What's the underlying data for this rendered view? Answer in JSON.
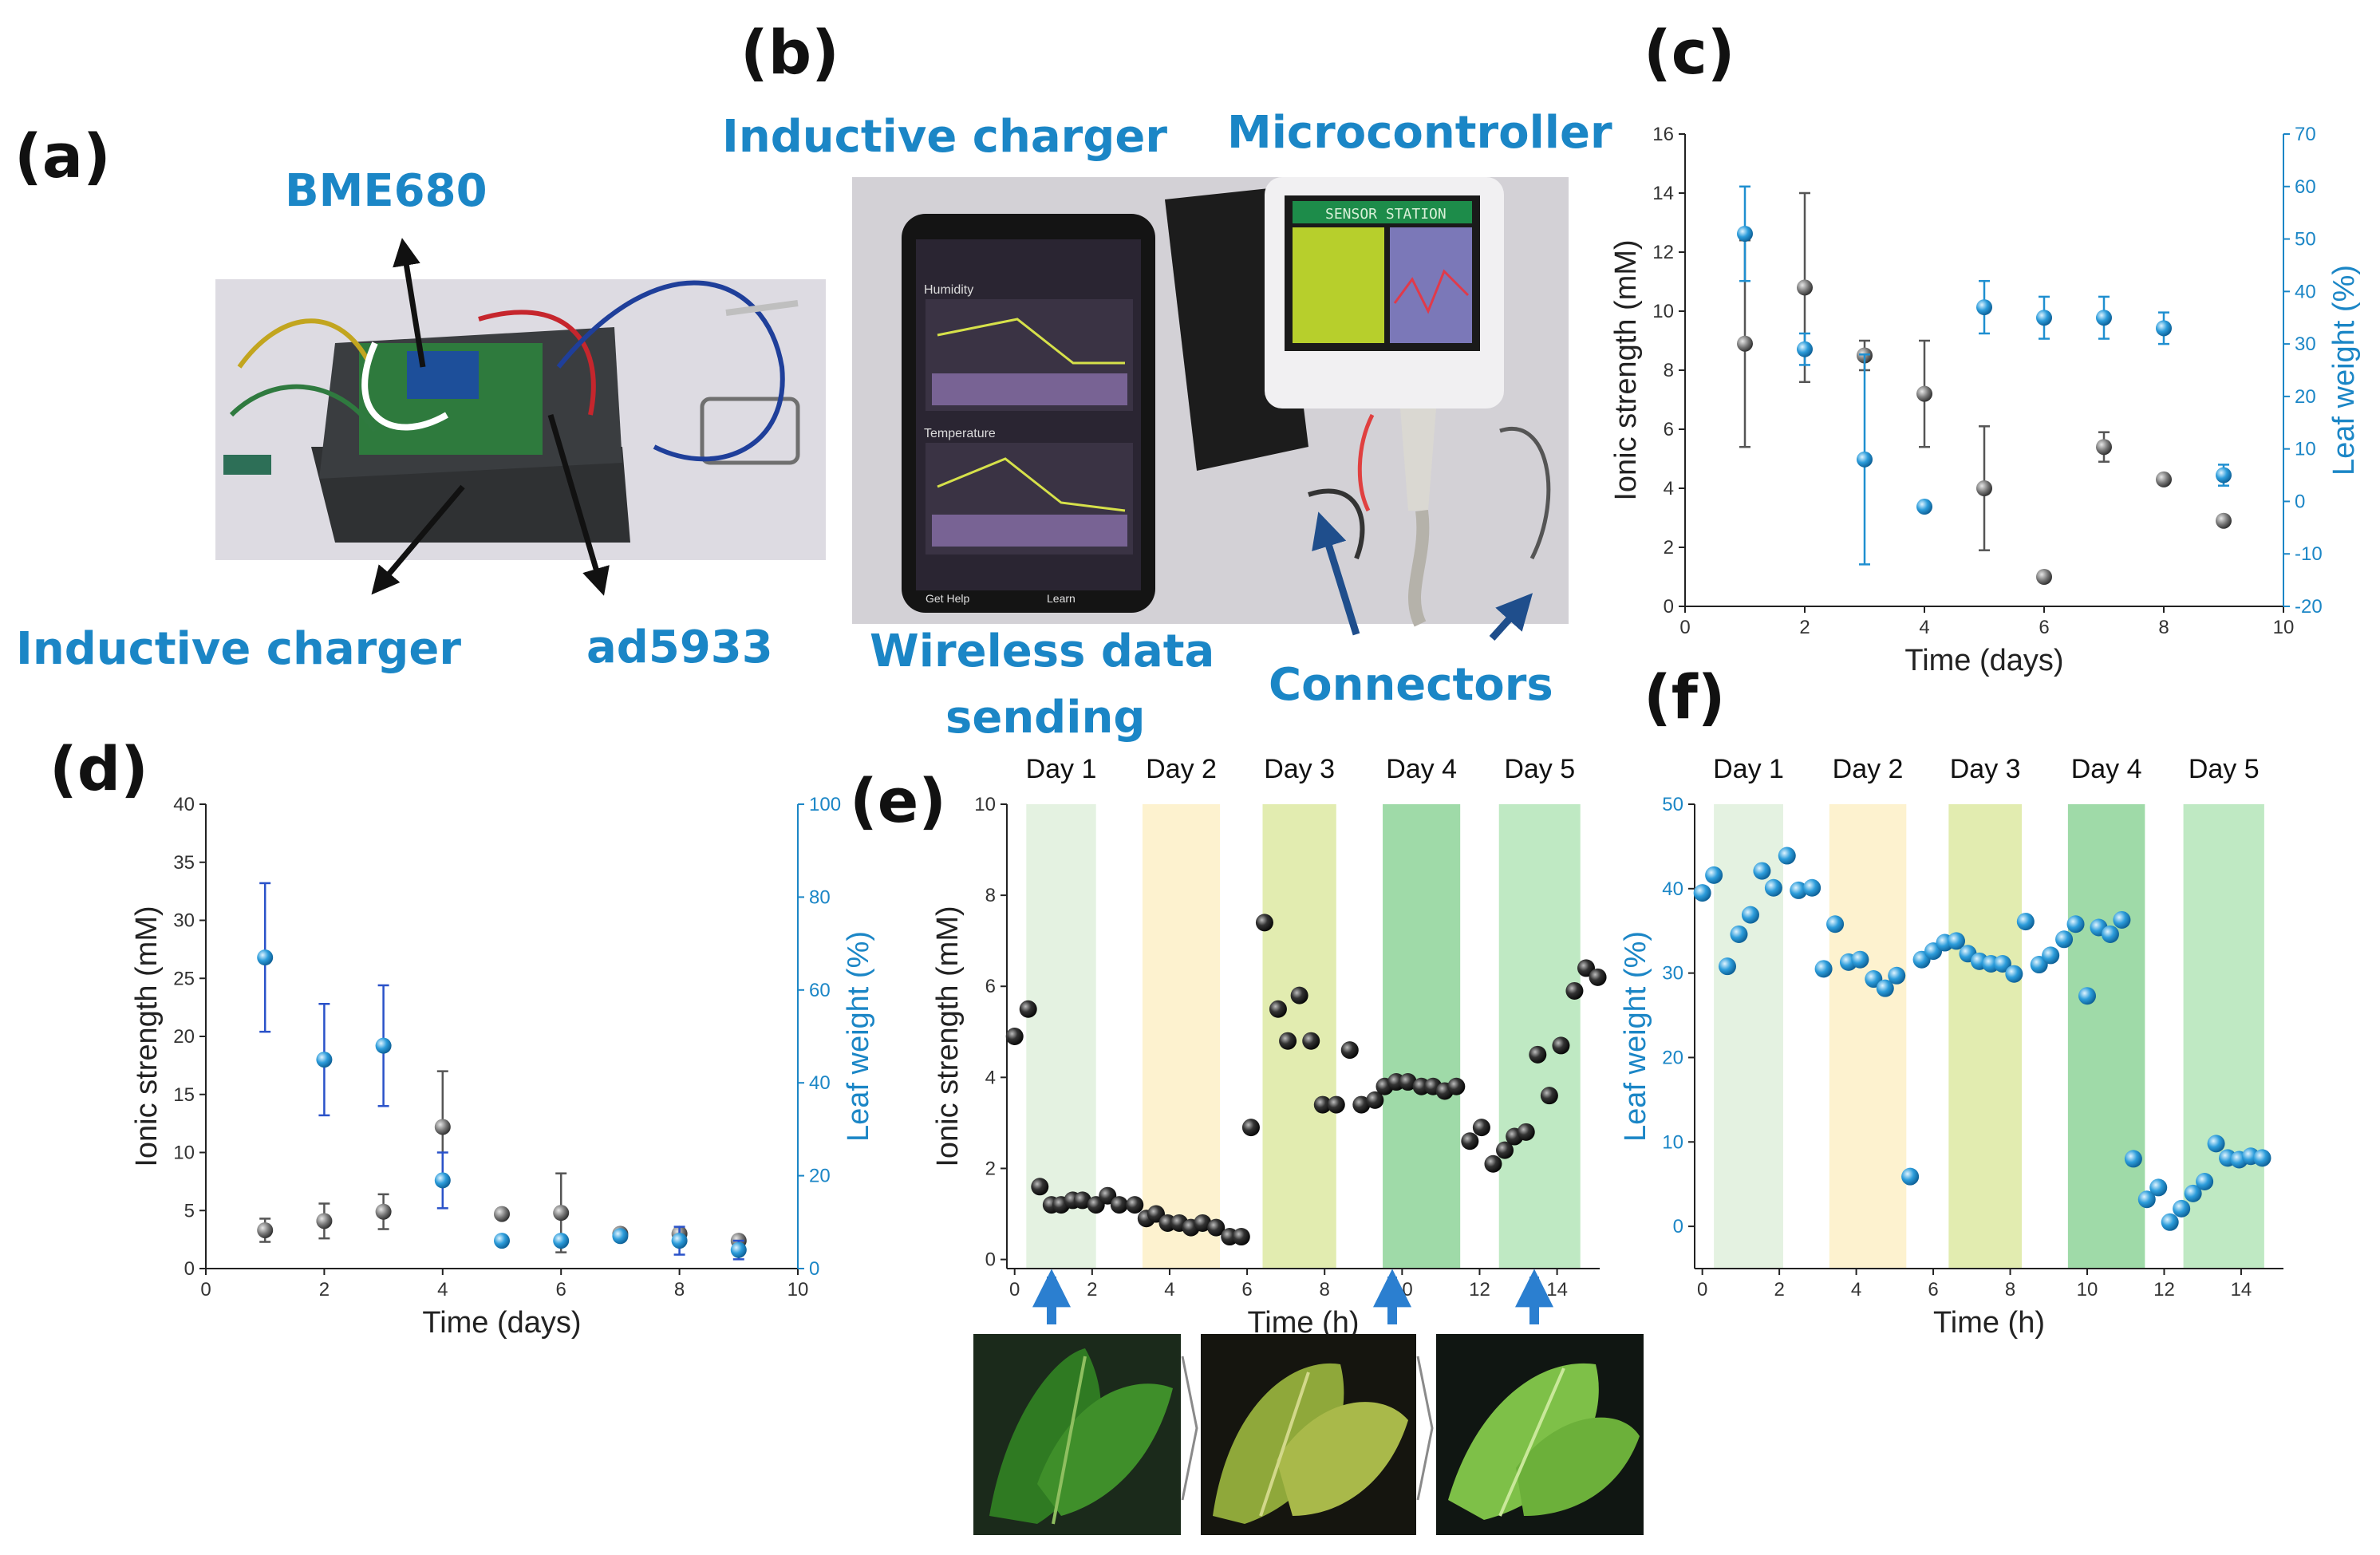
{
  "panels": {
    "a": {
      "label": "(a)",
      "callouts": [
        "BME680",
        "Inductive charger",
        "ad5933"
      ]
    },
    "b": {
      "label": "(b)",
      "callouts": [
        "Inductive charger",
        "Microcontroller",
        "Wireless data",
        "sending",
        "Connectors"
      ],
      "screen_title": "SENSOR STATION",
      "phone_chart_titles": [
        "Humidity",
        "Temperature"
      ],
      "phone_footer": [
        "Get Help",
        "Learn"
      ]
    },
    "c": {
      "label": "(c)"
    },
    "d": {
      "label": "(d)"
    },
    "e": {
      "label": "(e)"
    },
    "f": {
      "label": "(f)"
    }
  },
  "colors": {
    "accent_blue": "#1b86c6",
    "series_gray": "#555555",
    "series_black": "#111111",
    "series_blue": "#1f8fd0",
    "errbar_blue_d": "#2a52c9"
  },
  "chart_data": [
    {
      "id": "c",
      "type": "scatter",
      "xlabel": "Time (days)",
      "ylabel": "Ionic strength (mM)",
      "y2label": "Leaf weight (%)",
      "xlim": [
        0,
        10
      ],
      "ylim": [
        0,
        16
      ],
      "y2lim": [
        -20,
        70
      ],
      "xticks": [
        0,
        2,
        4,
        6,
        8,
        10
      ],
      "yticks": [
        0,
        2,
        4,
        6,
        8,
        10,
        12,
        14,
        16
      ],
      "y2ticks": [
        -20,
        -10,
        0,
        10,
        20,
        30,
        40,
        50,
        60,
        70
      ],
      "series": [
        {
          "axis": "left",
          "x": [
            1,
            2,
            3,
            4,
            5,
            6,
            7,
            8,
            9
          ],
          "y": [
            8.9,
            10.8,
            8.5,
            7.2,
            4.0,
            1.0,
            5.4,
            4.3,
            2.9
          ],
          "err": [
            3.5,
            3.2,
            0.5,
            1.8,
            2.1,
            0,
            0.5,
            0,
            0
          ]
        },
        {
          "axis": "right",
          "x": [
            1,
            2,
            3,
            4,
            5,
            6,
            7,
            8,
            9
          ],
          "y": [
            51,
            29,
            8,
            -1,
            37,
            35,
            35,
            33,
            5
          ],
          "err": [
            9,
            3,
            20,
            0,
            5,
            4,
            4,
            3,
            2
          ]
        }
      ]
    },
    {
      "id": "d",
      "type": "scatter",
      "xlabel": "Time (days)",
      "ylabel": "Ionic strength (mM)",
      "y2label": "Leaf weight (%)",
      "xlim": [
        0,
        10
      ],
      "ylim": [
        0,
        40
      ],
      "y2lim": [
        0,
        100
      ],
      "xticks": [
        0,
        2,
        4,
        6,
        8,
        10
      ],
      "yticks": [
        0,
        5,
        10,
        15,
        20,
        25,
        30,
        35,
        40
      ],
      "y2ticks": [
        0,
        20,
        40,
        60,
        80,
        100
      ],
      "series": [
        {
          "axis": "left",
          "x": [
            1,
            2,
            3,
            4,
            5,
            6,
            7,
            8,
            9
          ],
          "y": [
            3.3,
            4.1,
            4.9,
            12.2,
            4.7,
            4.8,
            3.0,
            3.0,
            2.4
          ],
          "err": [
            1.0,
            1.5,
            1.5,
            4.8,
            0,
            3.4,
            0,
            0,
            0
          ]
        },
        {
          "axis": "right",
          "x": [
            1,
            2,
            3,
            4,
            5,
            6,
            7,
            8,
            9
          ],
          "y": [
            67,
            45,
            48,
            19,
            6,
            6,
            7,
            6,
            4
          ],
          "err": [
            16,
            12,
            13,
            6,
            0,
            0,
            0,
            3,
            2
          ]
        }
      ]
    },
    {
      "id": "e",
      "type": "scatter",
      "xlabel": "Time (h)",
      "ylabel": "Ionic strength (mM)",
      "xlim": [
        -0.2,
        15.1
      ],
      "ylim": [
        -0.2,
        10
      ],
      "xticks": [
        0,
        2,
        4,
        6,
        8,
        10,
        12,
        14
      ],
      "yticks": [
        0,
        2,
        4,
        6,
        8,
        10
      ],
      "day_labels": [
        "Day 1",
        "Day 2",
        "Day 3",
        "Day 4",
        "Day 5"
      ],
      "day_bands": [
        [
          0.3,
          2.1
        ],
        [
          3.3,
          5.3
        ],
        [
          6.4,
          8.3
        ],
        [
          9.5,
          11.5
        ],
        [
          12.5,
          14.6
        ]
      ],
      "day_band_colors": [
        "#e4f2e1",
        "#fdf2cf",
        "#e2ecb0",
        "#9fdaa8",
        "#bfe9c3"
      ],
      "series": [
        {
          "x": [
            0,
            0.35,
            0.65,
            0.95,
            1.2,
            1.5,
            1.75,
            2.1,
            2.4,
            2.7,
            3.1,
            3.4,
            3.65,
            3.95,
            4.25,
            4.55,
            4.85,
            5.2,
            5.55,
            5.85,
            6.1,
            6.45,
            6.8,
            7.05,
            7.35,
            7.65,
            7.95,
            8.3,
            8.65,
            8.95,
            9.3,
            9.55,
            9.85,
            10.15,
            10.5,
            10.8,
            11.1,
            11.4,
            11.75,
            12.05,
            12.35,
            12.65,
            12.9,
            13.2,
            13.5,
            13.8,
            14.1,
            14.45,
            14.75,
            15.05
          ],
          "y": [
            4.9,
            5.5,
            1.6,
            1.2,
            1.2,
            1.3,
            1.3,
            1.2,
            1.4,
            1.2,
            1.2,
            0.9,
            1.0,
            0.8,
            0.8,
            0.7,
            0.8,
            0.7,
            0.5,
            0.5,
            2.9,
            7.4,
            5.5,
            4.8,
            5.8,
            4.8,
            3.4,
            3.4,
            4.6,
            3.4,
            3.5,
            3.8,
            3.9,
            3.9,
            3.8,
            3.8,
            3.7,
            3.8,
            2.6,
            2.9,
            2.1,
            2.4,
            2.7,
            2.8,
            4.5,
            3.6,
            4.7,
            5.9,
            6.4,
            6.2
          ]
        }
      ]
    },
    {
      "id": "f",
      "type": "scatter",
      "xlabel": "Time (h)",
      "ylabel": "Leaf weight (%)",
      "xlim": [
        -0.2,
        15.1
      ],
      "ylim": [
        -5,
        50
      ],
      "xticks": [
        0,
        2,
        4,
        6,
        8,
        10,
        12,
        14
      ],
      "yticks": [
        0,
        10,
        20,
        30,
        40,
        50
      ],
      "day_labels": [
        "Day 1",
        "Day 2",
        "Day 3",
        "Day 4",
        "Day 5"
      ],
      "day_bands": [
        [
          0.3,
          2.1
        ],
        [
          3.3,
          5.3
        ],
        [
          6.4,
          8.3
        ],
        [
          9.5,
          11.5
        ],
        [
          12.5,
          14.6
        ]
      ],
      "day_band_colors": [
        "#e4f2e1",
        "#fdf2cf",
        "#e2ecb0",
        "#9fdaa8",
        "#bfe9c3"
      ],
      "series": [
        {
          "x": [
            0,
            0.3,
            0.65,
            0.95,
            1.25,
            1.55,
            1.85,
            2.2,
            2.5,
            2.85,
            3.15,
            3.45,
            3.8,
            4.1,
            4.45,
            4.75,
            5.05,
            5.4,
            5.7,
            6.0,
            6.3,
            6.6,
            6.9,
            7.2,
            7.5,
            7.8,
            8.1,
            8.4,
            8.75,
            9.05,
            9.4,
            9.7,
            10.0,
            10.3,
            10.6,
            10.9,
            11.2,
            11.55,
            11.85,
            12.15,
            12.45,
            12.75,
            13.05,
            13.35,
            13.65,
            13.95,
            14.25,
            14.55
          ],
          "y": [
            39.5,
            41.6,
            30.8,
            34.6,
            36.9,
            42.1,
            40.1,
            43.9,
            39.8,
            40.1,
            30.5,
            35.8,
            31.3,
            31.6,
            29.3,
            28.2,
            29.7,
            5.9,
            31.6,
            32.6,
            33.6,
            33.8,
            32.3,
            31.4,
            31.1,
            31.1,
            29.9,
            36.1,
            31.0,
            32.1,
            34.0,
            35.8,
            27.3,
            35.4,
            34.6,
            36.3,
            8.0,
            3.2,
            4.6,
            0.5,
            2.1,
            3.9,
            5.3,
            9.8,
            8.1,
            7.9,
            8.3,
            8.1
          ]
        }
      ]
    }
  ]
}
